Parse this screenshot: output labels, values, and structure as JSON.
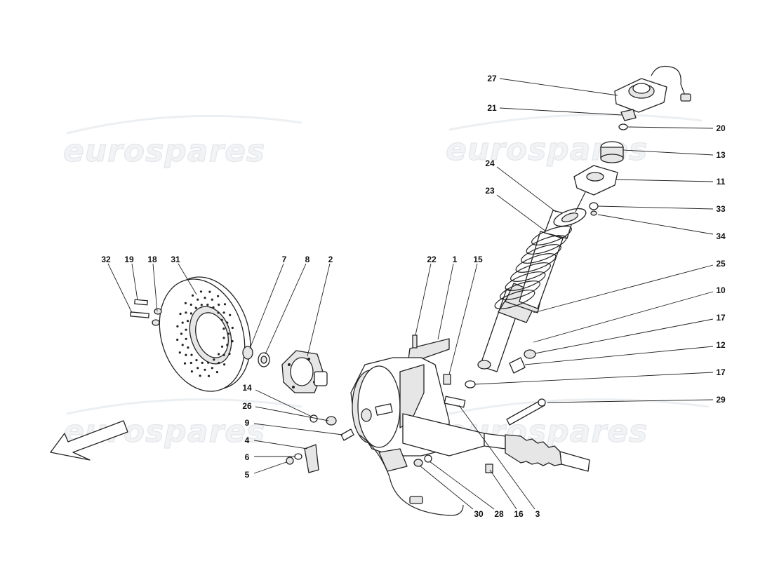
{
  "watermark": {
    "text": "eurospares"
  },
  "callouts": [
    {
      "id": "27"
    },
    {
      "id": "21"
    },
    {
      "id": "20"
    },
    {
      "id": "13"
    },
    {
      "id": "24"
    },
    {
      "id": "11"
    },
    {
      "id": "23"
    },
    {
      "id": "33"
    },
    {
      "id": "34"
    },
    {
      "id": "25"
    },
    {
      "id": "10"
    },
    {
      "id": "17"
    },
    {
      "id": "12"
    },
    {
      "id": "17"
    },
    {
      "id": "29"
    },
    {
      "id": "32"
    },
    {
      "id": "19"
    },
    {
      "id": "18"
    },
    {
      "id": "31"
    },
    {
      "id": "7"
    },
    {
      "id": "8"
    },
    {
      "id": "2"
    },
    {
      "id": "22"
    },
    {
      "id": "1"
    },
    {
      "id": "15"
    },
    {
      "id": "14"
    },
    {
      "id": "26"
    },
    {
      "id": "9"
    },
    {
      "id": "4"
    },
    {
      "id": "6"
    },
    {
      "id": "5"
    },
    {
      "id": "30"
    },
    {
      "id": "28"
    },
    {
      "id": "16"
    },
    {
      "id": "3"
    }
  ]
}
